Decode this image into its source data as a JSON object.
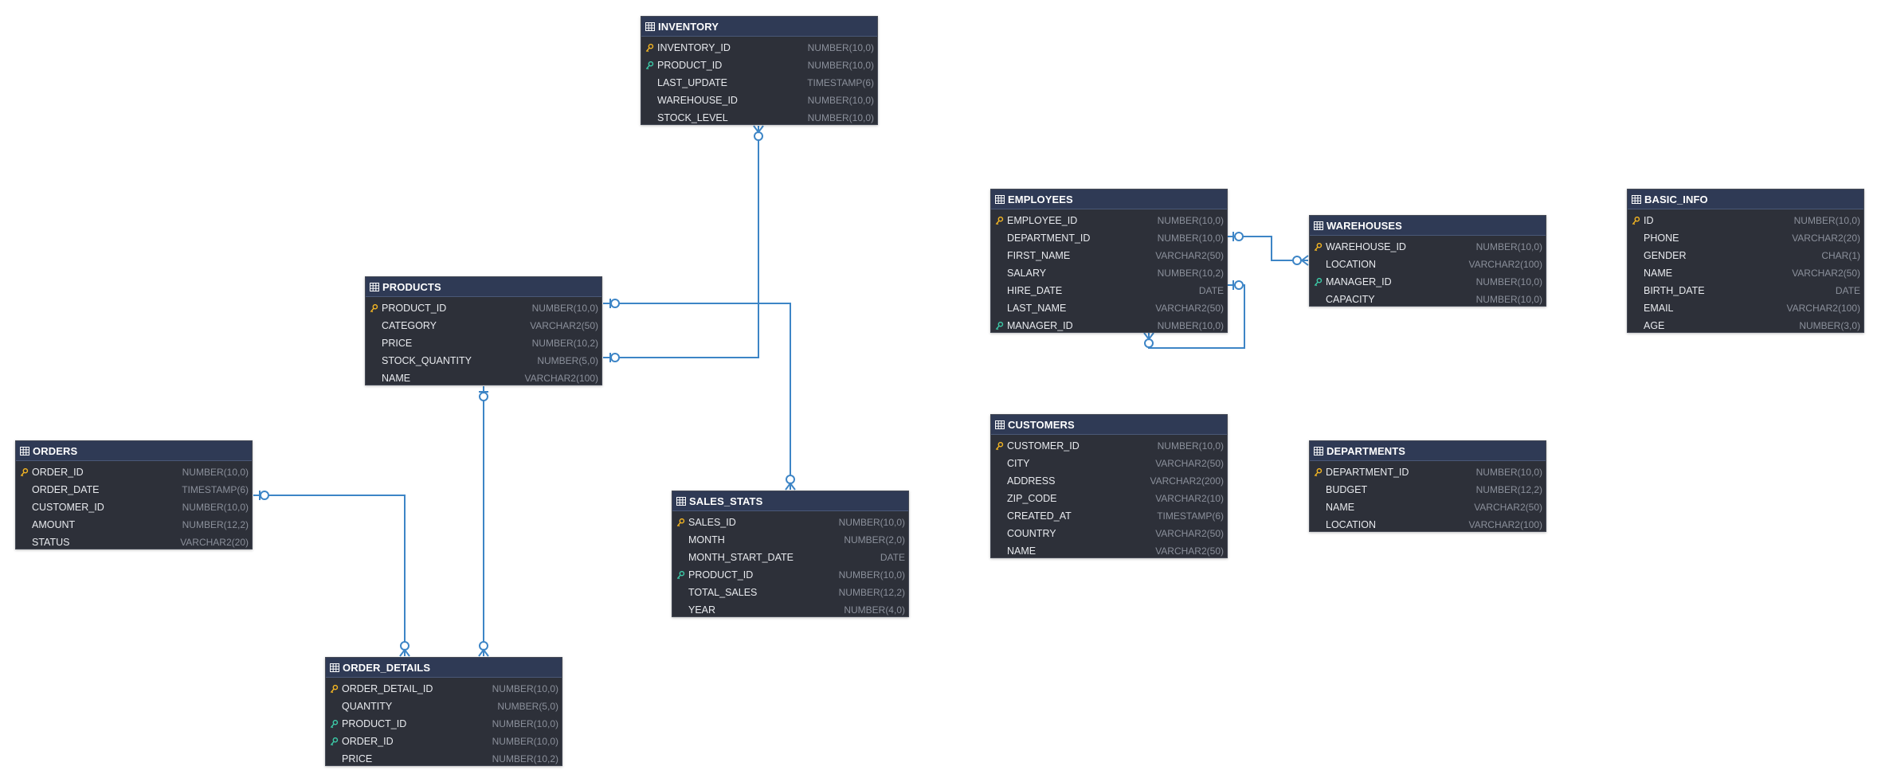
{
  "colors": {
    "connector": "#3d85c6",
    "table_bg": "#2d3039",
    "header_bg": "#2f3a55",
    "primary_key": "#f0b323",
    "foreign_key": "#3cc7a5"
  },
  "tables": [
    {
      "id": "inventory",
      "name": "INVENTORY",
      "icon": "table-icon",
      "columns": [
        {
          "name": "INVENTORY_ID",
          "type": "NUMBER(10,0)",
          "key": "pk"
        },
        {
          "name": "PRODUCT_ID",
          "type": "NUMBER(10,0)",
          "key": "fk"
        },
        {
          "name": "LAST_UPDATE",
          "type": "TIMESTAMP(6)",
          "key": ""
        },
        {
          "name": "WAREHOUSE_ID",
          "type": "NUMBER(10,0)",
          "key": ""
        },
        {
          "name": "STOCK_LEVEL",
          "type": "NUMBER(10,0)",
          "key": ""
        }
      ]
    },
    {
      "id": "employees",
      "name": "EMPLOYEES",
      "icon": "table-icon",
      "columns": [
        {
          "name": "EMPLOYEE_ID",
          "type": "NUMBER(10,0)",
          "key": "pk"
        },
        {
          "name": "DEPARTMENT_ID",
          "type": "NUMBER(10,0)",
          "key": ""
        },
        {
          "name": "FIRST_NAME",
          "type": "VARCHAR2(50)",
          "key": ""
        },
        {
          "name": "SALARY",
          "type": "NUMBER(10,2)",
          "key": ""
        },
        {
          "name": "HIRE_DATE",
          "type": "DATE",
          "key": ""
        },
        {
          "name": "LAST_NAME",
          "type": "VARCHAR2(50)",
          "key": ""
        },
        {
          "name": "MANAGER_ID",
          "type": "NUMBER(10,0)",
          "key": "fk"
        }
      ]
    },
    {
      "id": "warehouses",
      "name": "WAREHOUSES",
      "icon": "table-icon",
      "columns": [
        {
          "name": "WAREHOUSE_ID",
          "type": "NUMBER(10,0)",
          "key": "pk"
        },
        {
          "name": "LOCATION",
          "type": "VARCHAR2(100)",
          "key": ""
        },
        {
          "name": "MANAGER_ID",
          "type": "NUMBER(10,0)",
          "key": "fk"
        },
        {
          "name": "CAPACITY",
          "type": "NUMBER(10,0)",
          "key": ""
        }
      ]
    },
    {
      "id": "basic_info",
      "name": "BASIC_INFO",
      "icon": "table-icon",
      "columns": [
        {
          "name": "ID",
          "type": "NUMBER(10,0)",
          "key": "pk"
        },
        {
          "name": "PHONE",
          "type": "VARCHAR2(20)",
          "key": ""
        },
        {
          "name": "GENDER",
          "type": "CHAR(1)",
          "key": ""
        },
        {
          "name": "NAME",
          "type": "VARCHAR2(50)",
          "key": ""
        },
        {
          "name": "BIRTH_DATE",
          "type": "DATE",
          "key": ""
        },
        {
          "name": "EMAIL",
          "type": "VARCHAR2(100)",
          "key": ""
        },
        {
          "name": "AGE",
          "type": "NUMBER(3,0)",
          "key": ""
        }
      ]
    },
    {
      "id": "products",
      "name": "PRODUCTS",
      "icon": "table-icon",
      "columns": [
        {
          "name": "PRODUCT_ID",
          "type": "NUMBER(10,0)",
          "key": "pk"
        },
        {
          "name": "CATEGORY",
          "type": "VARCHAR2(50)",
          "key": ""
        },
        {
          "name": "PRICE",
          "type": "NUMBER(10,2)",
          "key": ""
        },
        {
          "name": "STOCK_QUANTITY",
          "type": "NUMBER(5,0)",
          "key": ""
        },
        {
          "name": "NAME",
          "type": "VARCHAR2(100)",
          "key": ""
        }
      ]
    },
    {
      "id": "customers",
      "name": "CUSTOMERS",
      "icon": "table-icon",
      "columns": [
        {
          "name": "CUSTOMER_ID",
          "type": "NUMBER(10,0)",
          "key": "pk"
        },
        {
          "name": "CITY",
          "type": "VARCHAR2(50)",
          "key": ""
        },
        {
          "name": "ADDRESS",
          "type": "VARCHAR2(200)",
          "key": ""
        },
        {
          "name": "ZIP_CODE",
          "type": "VARCHAR2(10)",
          "key": ""
        },
        {
          "name": "CREATED_AT",
          "type": "TIMESTAMP(6)",
          "key": ""
        },
        {
          "name": "COUNTRY",
          "type": "VARCHAR2(50)",
          "key": ""
        },
        {
          "name": "NAME",
          "type": "VARCHAR2(50)",
          "key": ""
        }
      ]
    },
    {
      "id": "orders",
      "name": "ORDERS",
      "icon": "table-icon",
      "columns": [
        {
          "name": "ORDER_ID",
          "type": "NUMBER(10,0)",
          "key": "pk"
        },
        {
          "name": "ORDER_DATE",
          "type": "TIMESTAMP(6)",
          "key": ""
        },
        {
          "name": "CUSTOMER_ID",
          "type": "NUMBER(10,0)",
          "key": ""
        },
        {
          "name": "AMOUNT",
          "type": "NUMBER(12,2)",
          "key": ""
        },
        {
          "name": "STATUS",
          "type": "VARCHAR2(20)",
          "key": ""
        }
      ]
    },
    {
      "id": "departments",
      "name": "DEPARTMENTS",
      "icon": "table-icon",
      "columns": [
        {
          "name": "DEPARTMENT_ID",
          "type": "NUMBER(10,0)",
          "key": "pk"
        },
        {
          "name": "BUDGET",
          "type": "NUMBER(12,2)",
          "key": ""
        },
        {
          "name": "NAME",
          "type": "VARCHAR2(50)",
          "key": ""
        },
        {
          "name": "LOCATION",
          "type": "VARCHAR2(100)",
          "key": ""
        }
      ]
    },
    {
      "id": "sales_stats",
      "name": "SALES_STATS",
      "icon": "table-icon",
      "columns": [
        {
          "name": "SALES_ID",
          "type": "NUMBER(10,0)",
          "key": "pk"
        },
        {
          "name": "MONTH",
          "type": "NUMBER(2,0)",
          "key": ""
        },
        {
          "name": "MONTH_START_DATE",
          "type": "DATE",
          "key": ""
        },
        {
          "name": "PRODUCT_ID",
          "type": "NUMBER(10,0)",
          "key": "fk"
        },
        {
          "name": "TOTAL_SALES",
          "type": "NUMBER(12,2)",
          "key": ""
        },
        {
          "name": "YEAR",
          "type": "NUMBER(4,0)",
          "key": ""
        }
      ]
    },
    {
      "id": "order_details",
      "name": "ORDER_DETAILS",
      "icon": "table-icon",
      "columns": [
        {
          "name": "ORDER_DETAIL_ID",
          "type": "NUMBER(10,0)",
          "key": "pk"
        },
        {
          "name": "QUANTITY",
          "type": "NUMBER(5,0)",
          "key": ""
        },
        {
          "name": "PRODUCT_ID",
          "type": "NUMBER(10,0)",
          "key": "fk"
        },
        {
          "name": "ORDER_ID",
          "type": "NUMBER(10,0)",
          "key": "fk"
        },
        {
          "name": "PRICE",
          "type": "NUMBER(10,2)",
          "key": ""
        }
      ]
    }
  ],
  "relationships": [
    {
      "name": "products-to-inventory",
      "from": "products.STOCK_QUANTITY",
      "to": "inventory"
    },
    {
      "name": "products-to-sales-stats",
      "from": "products.PRODUCT_ID",
      "to": "sales_stats"
    },
    {
      "name": "products-to-order-details",
      "from": "products",
      "to": "order_details"
    },
    {
      "name": "orders-to-order-details",
      "from": "orders.ORDER_ID",
      "to": "order_details"
    },
    {
      "name": "employees-to-warehouses",
      "from": "employees.DEPARTMENT_ID",
      "to": "warehouses"
    },
    {
      "name": "employees-self-manager",
      "from": "employees.SALARY",
      "to": "employees"
    }
  ]
}
